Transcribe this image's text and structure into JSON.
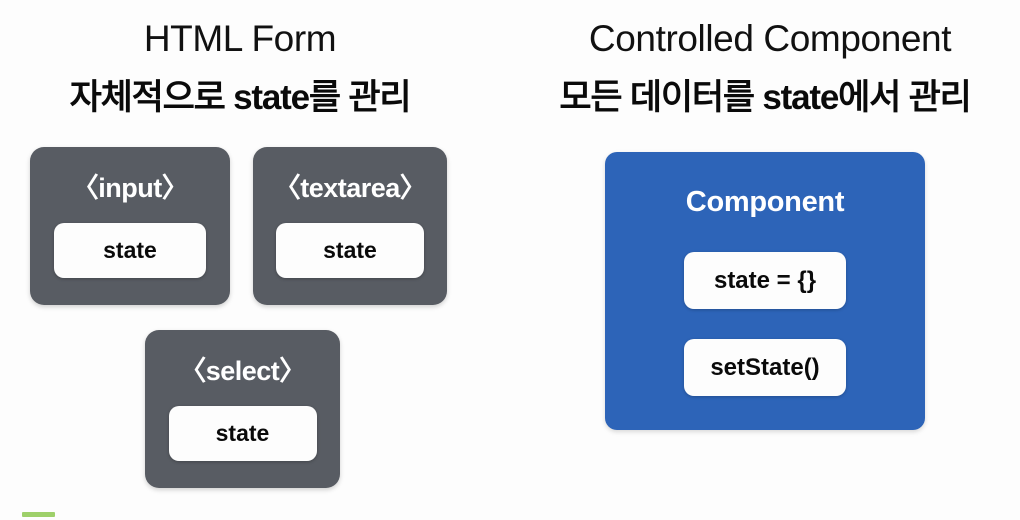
{
  "slide": {
    "background_color": "#fdfdfd",
    "left_column": {
      "title": "HTML Form",
      "subtitle": "자체적으로 state를 관리",
      "cards": [
        {
          "tag": "〈input〉",
          "value": "state"
        },
        {
          "tag": "〈textarea〉",
          "value": "state"
        },
        {
          "tag": "〈select〉",
          "value": "state"
        }
      ],
      "card_color": "#585c63",
      "pill_color": "#fdfdfd"
    },
    "right_column": {
      "title": "Controlled Component",
      "subtitle": "모든 데이터를 state에서 관리",
      "component": {
        "title": "Component",
        "items": [
          {
            "label": "state = {}"
          },
          {
            "label": "setState()"
          }
        ]
      },
      "component_color": "#2d64b8",
      "pill_color": "#fdfdfd"
    },
    "footer": {
      "progress_color": "#9ed06a",
      "watermark": ""
    }
  }
}
